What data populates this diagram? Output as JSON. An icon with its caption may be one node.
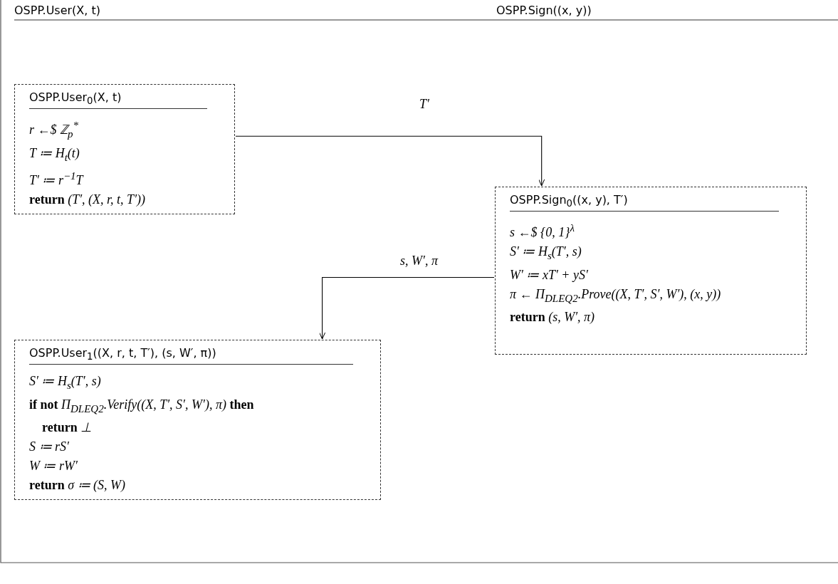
{
  "diagram": {
    "nodes": [
      {
        "text": [
          "OSPP.User$_{0}$(X, t)",
          "r ←$ ℤ$_{p}$$^{*}$",
          "T ≔ H$_{t}$(t)",
          "T′ ≔ r$^{−1}$T",
          "**return** (T′, (X, r, t, T′))"
        ]
      },
      {
        "text": [
          "OSPP.Sign$_{0}$((x, y), T′)",
          "s ←$ {0, 1}$^{λ}$",
          "S′ ≔ H$_{s}$(T′, s)",
          "W′ ≔ xT′ + yS′",
          "π ← Π$_{DLEQ2}$.Prove((X, T′, S′, W′), (x, y))",
          "**return** (s, W′, π)"
        ]
      },
      {
        "text": [
          "OSPP.User$_{1}$((X, r, t, T′), (s, W′, π))",
          "S′ ≔ H$_{s}$(T′, s)",
          "**if not** Π$_{DLEQ2}$.Verify((X, T′, S′, W′), π) **then**",
          "**return** ⊥",
          "S ≔ rS′",
          "W ≔ rW′",
          "**return** σ ≔ (S, W)"
        ]
      }
    ],
    "edges": [
      {
        "from": 0,
        "to": 1,
        "arrow": "to",
        "label": "T′"
      },
      {
        "from": 1,
        "to": 2,
        "arrow": "to",
        "label": "s, W′, π"
      }
    ],
    "labels": [
      "OSPP.User(X, t)",
      "OSPP.Sign((x, y))"
    ]
  }
}
